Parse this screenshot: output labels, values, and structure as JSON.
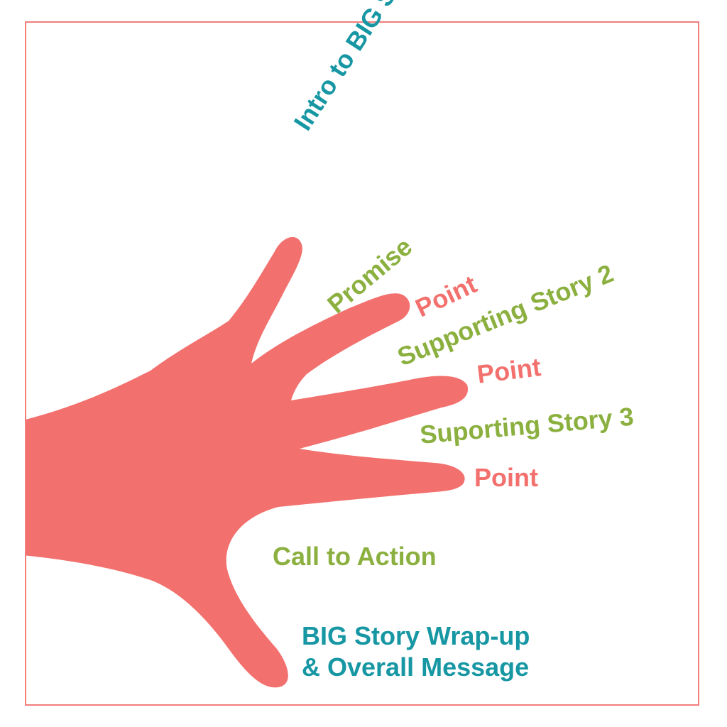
{
  "colors": {
    "hand": "#f2706d",
    "frame": "#f27e7b",
    "teal": "#1797a3",
    "green": "#8bb03f",
    "coral": "#f2706d"
  },
  "labels": {
    "intro": "Intro to BIG Story",
    "promise": "Promise",
    "point_1": "Point",
    "supporting_2": "Supporting Story 2",
    "point_2": "Point",
    "supporting_3": "Suporting Story 3",
    "point_3": "Point",
    "call_to_action": "Call to Action",
    "wrap_up_line1": "BIG Story Wrap-up",
    "wrap_up_line2": "& Overall Message"
  }
}
